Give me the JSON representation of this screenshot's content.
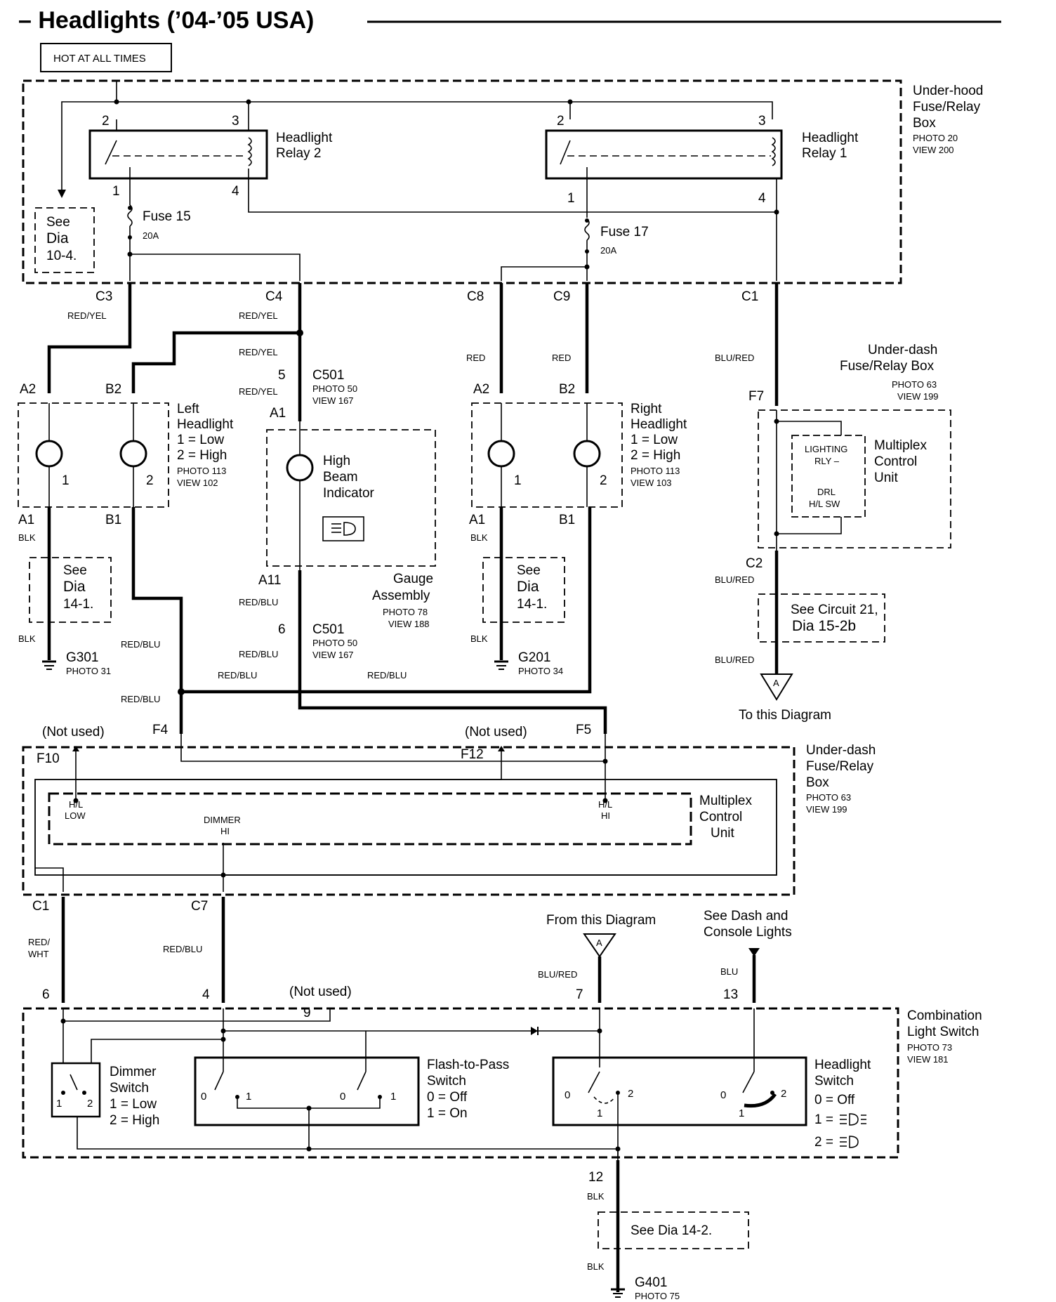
{
  "title": "– Headlights (’04-’05 USA)",
  "hot": "HOT AT ALL TIMES",
  "underhood_box": [
    "Under-hood",
    "Fuse/Relay",
    "Box",
    "PHOTO 20",
    "VIEW 200"
  ],
  "relay2": [
    "Headlight",
    "Relay 2"
  ],
  "relay1": [
    "Headlight",
    "Relay 1"
  ],
  "fuse15": {
    "name": "Fuse 15",
    "rating": "20A"
  },
  "fuse17": {
    "name": "Fuse 17",
    "rating": "20A"
  },
  "see_10_4": [
    "See",
    "Dia",
    "10-4."
  ],
  "pins": {
    "p1": "1",
    "p2": "2",
    "p3": "3",
    "p4": "4",
    "p5": "5",
    "p6": "6",
    "p7": "7",
    "p9": "9",
    "p12": "12",
    "p13": "13"
  },
  "connectors": {
    "C1": "C1",
    "C2": "C2",
    "C3": "C3",
    "C4": "C4",
    "C7": "C7",
    "C8": "C8",
    "C9": "C9",
    "A1": "A1",
    "A2": "A2",
    "B1": "B1",
    "B2": "B2",
    "A11": "A11",
    "F4": "F4",
    "F5": "F5",
    "F7": "F7",
    "F10": "F10",
    "F12": "F12",
    "C501": "C501"
  },
  "wires": {
    "red_yel": "RED/YEL",
    "red": "RED",
    "blu_red": "BLU/RED",
    "blk": "BLK",
    "red_blu": "RED/BLU",
    "red_wht": [
      "RED/",
      "WHT"
    ],
    "blu": "BLU"
  },
  "photos": {
    "c501_a": [
      "PHOTO 50",
      "VIEW 167"
    ],
    "left_hl": [
      "PHOTO 113",
      "VIEW 102"
    ],
    "right_hl": [
      "PHOTO 113",
      "VIEW 103"
    ],
    "gauge": [
      "PHOTO 78",
      "VIEW 188"
    ],
    "g301": "PHOTO 31",
    "g201": "PHOTO 34",
    "g401": "PHOTO 75",
    "underdash_top": [
      "PHOTO 63",
      "VIEW 199"
    ],
    "underdash_mid": [
      "PHOTO 63",
      "VIEW 199"
    ],
    "combo": [
      "PHOTO 73",
      "VIEW 181"
    ]
  },
  "left_headlight": [
    "Left",
    "Headlight",
    "1 = Low",
    "2 = High"
  ],
  "right_headlight": [
    "Right",
    "Headlight",
    "1 = Low",
    "2 = High"
  ],
  "high_beam": [
    "High",
    "Beam",
    "Indicator"
  ],
  "gauge_assembly": [
    "Gauge",
    "Assembly"
  ],
  "see_14_1": [
    "See",
    "Dia",
    "14-1."
  ],
  "grounds": {
    "g301": "G301",
    "g201": "G201",
    "g401": "G401"
  },
  "underdash_top": [
    "Under-dash",
    "Fuse/Relay Box"
  ],
  "mcu": [
    "Multiplex",
    "Control",
    "Unit"
  ],
  "lighting_rly": [
    "LIGHTING",
    "RLY –",
    "DRL",
    "H/L SW"
  ],
  "see_circuit": [
    "See Circuit 21,",
    "Dia 15-2b"
  ],
  "to_diagram": "To this Diagram",
  "from_diagram": "From this Diagram",
  "connector_a": "A",
  "not_used": "(Not used)",
  "underdash_mid": [
    "Under-dash",
    "Fuse/Relay",
    "Box"
  ],
  "mcu_inner": {
    "hl_low": [
      "H/L",
      "LOW"
    ],
    "dimmer": [
      "DIMMER",
      "HI"
    ],
    "hl_hi": [
      "H/L",
      "HI"
    ]
  },
  "see_dash": [
    "See Dash and",
    "Console Lights"
  ],
  "combo_switch": [
    "Combination",
    "Light Switch"
  ],
  "dimmer_switch": [
    "Dimmer",
    "Switch",
    "1 = Low",
    "2 = High"
  ],
  "flash_switch": [
    "Flash-to-Pass",
    "Switch",
    "0 = Off",
    "1 = On"
  ],
  "headlight_switch": [
    "Headlight",
    "Switch",
    "0 = Off",
    "1 =",
    "2 ="
  ],
  "switch_pos": {
    "s0": "0",
    "s1": "1",
    "s2": "2"
  },
  "see_14_2": "See Dia 14-2."
}
